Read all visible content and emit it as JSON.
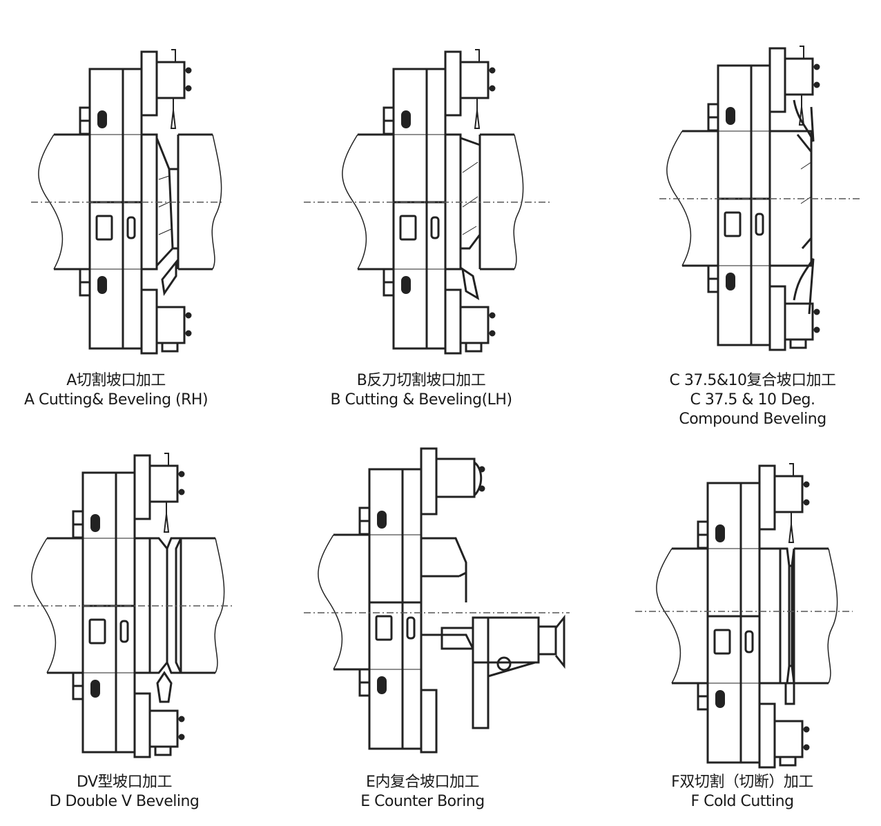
{
  "panels": [
    {
      "id": "A",
      "zh": "A切割坡口加工",
      "en": [
        "A Cutting& Beveling (RH)"
      ],
      "variant": "bevel-rh"
    },
    {
      "id": "B",
      "zh": "B反刀切割坡口加工",
      "en": [
        "B Cutting &  Beveling(LH)"
      ],
      "variant": "bevel-lh"
    },
    {
      "id": "C",
      "zh": "C 37.5&10复合坡口加工",
      "en": [
        "C 37.5 & 10 Deg.",
        "Compound Beveling"
      ],
      "variant": "compound"
    },
    {
      "id": "D",
      "zh": "DV型坡口加工",
      "en": [
        "D Double V Beveling"
      ],
      "variant": "double-v"
    },
    {
      "id": "E",
      "zh": "E内复合坡口加工",
      "en": [
        "E Counter Boring"
      ],
      "variant": "counter-boring"
    },
    {
      "id": "F",
      "zh": "F双切割（切断）加工",
      "en": [
        "F Cold Cutting"
      ],
      "variant": "cold-cutting"
    }
  ],
  "colors": {
    "line": "#222222",
    "centerline": "#555555"
  }
}
